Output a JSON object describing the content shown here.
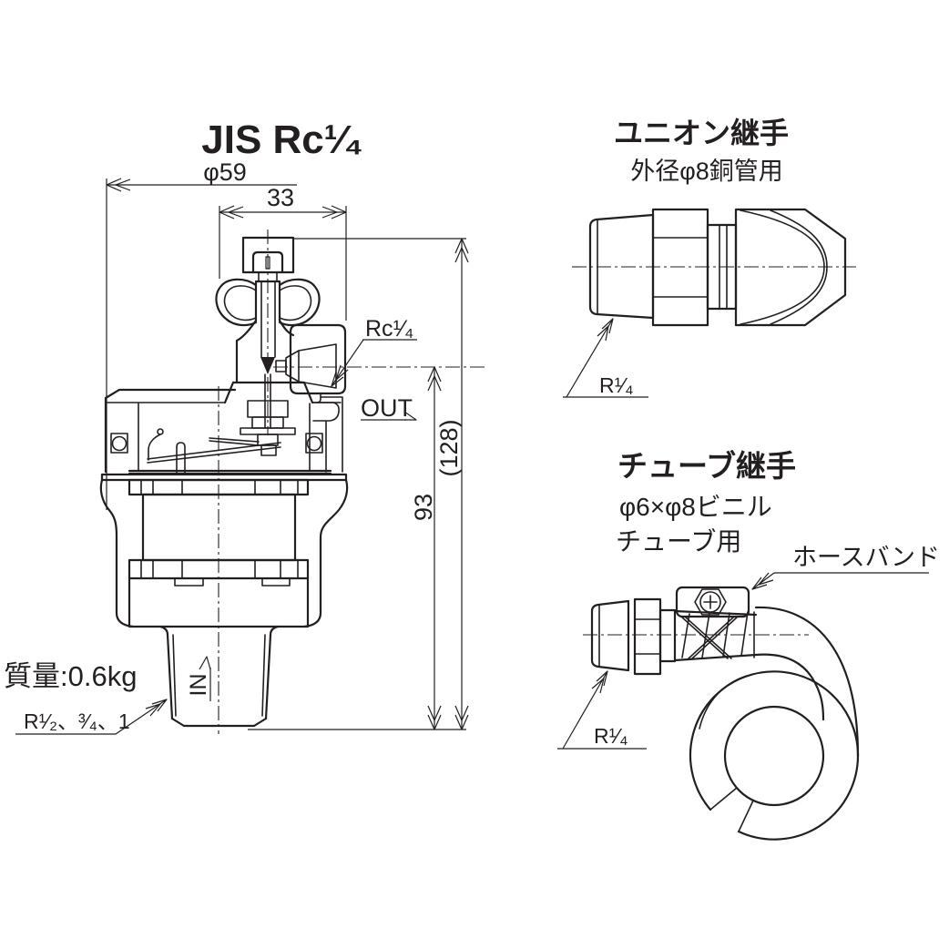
{
  "drawing": {
    "background": "#ffffff",
    "line_color": "#231f20"
  },
  "main_valve": {
    "title": "JIS Rc¹⁄₄",
    "dims": {
      "phi59": "φ59",
      "w33": "33",
      "h93": "93",
      "h128": "(128)"
    },
    "labels": {
      "outlet_thread": "Rc¹⁄₄",
      "out": "OUT",
      "in": "IN",
      "mass": "質量:0.6kg",
      "inlet_threads": "R¹⁄₂、³⁄₄、1"
    }
  },
  "union_fitting": {
    "title": "ユニオン継手",
    "subtitle": "外径φ8銅管用",
    "thread_label": "R¹⁄₄"
  },
  "tube_fitting": {
    "title": "チューブ継手",
    "subtitle1": "φ6×φ8ビニル",
    "subtitle2": "チューブ用",
    "hose_band_label": "ホースバンド",
    "thread_label": "R¹⁄₄"
  }
}
